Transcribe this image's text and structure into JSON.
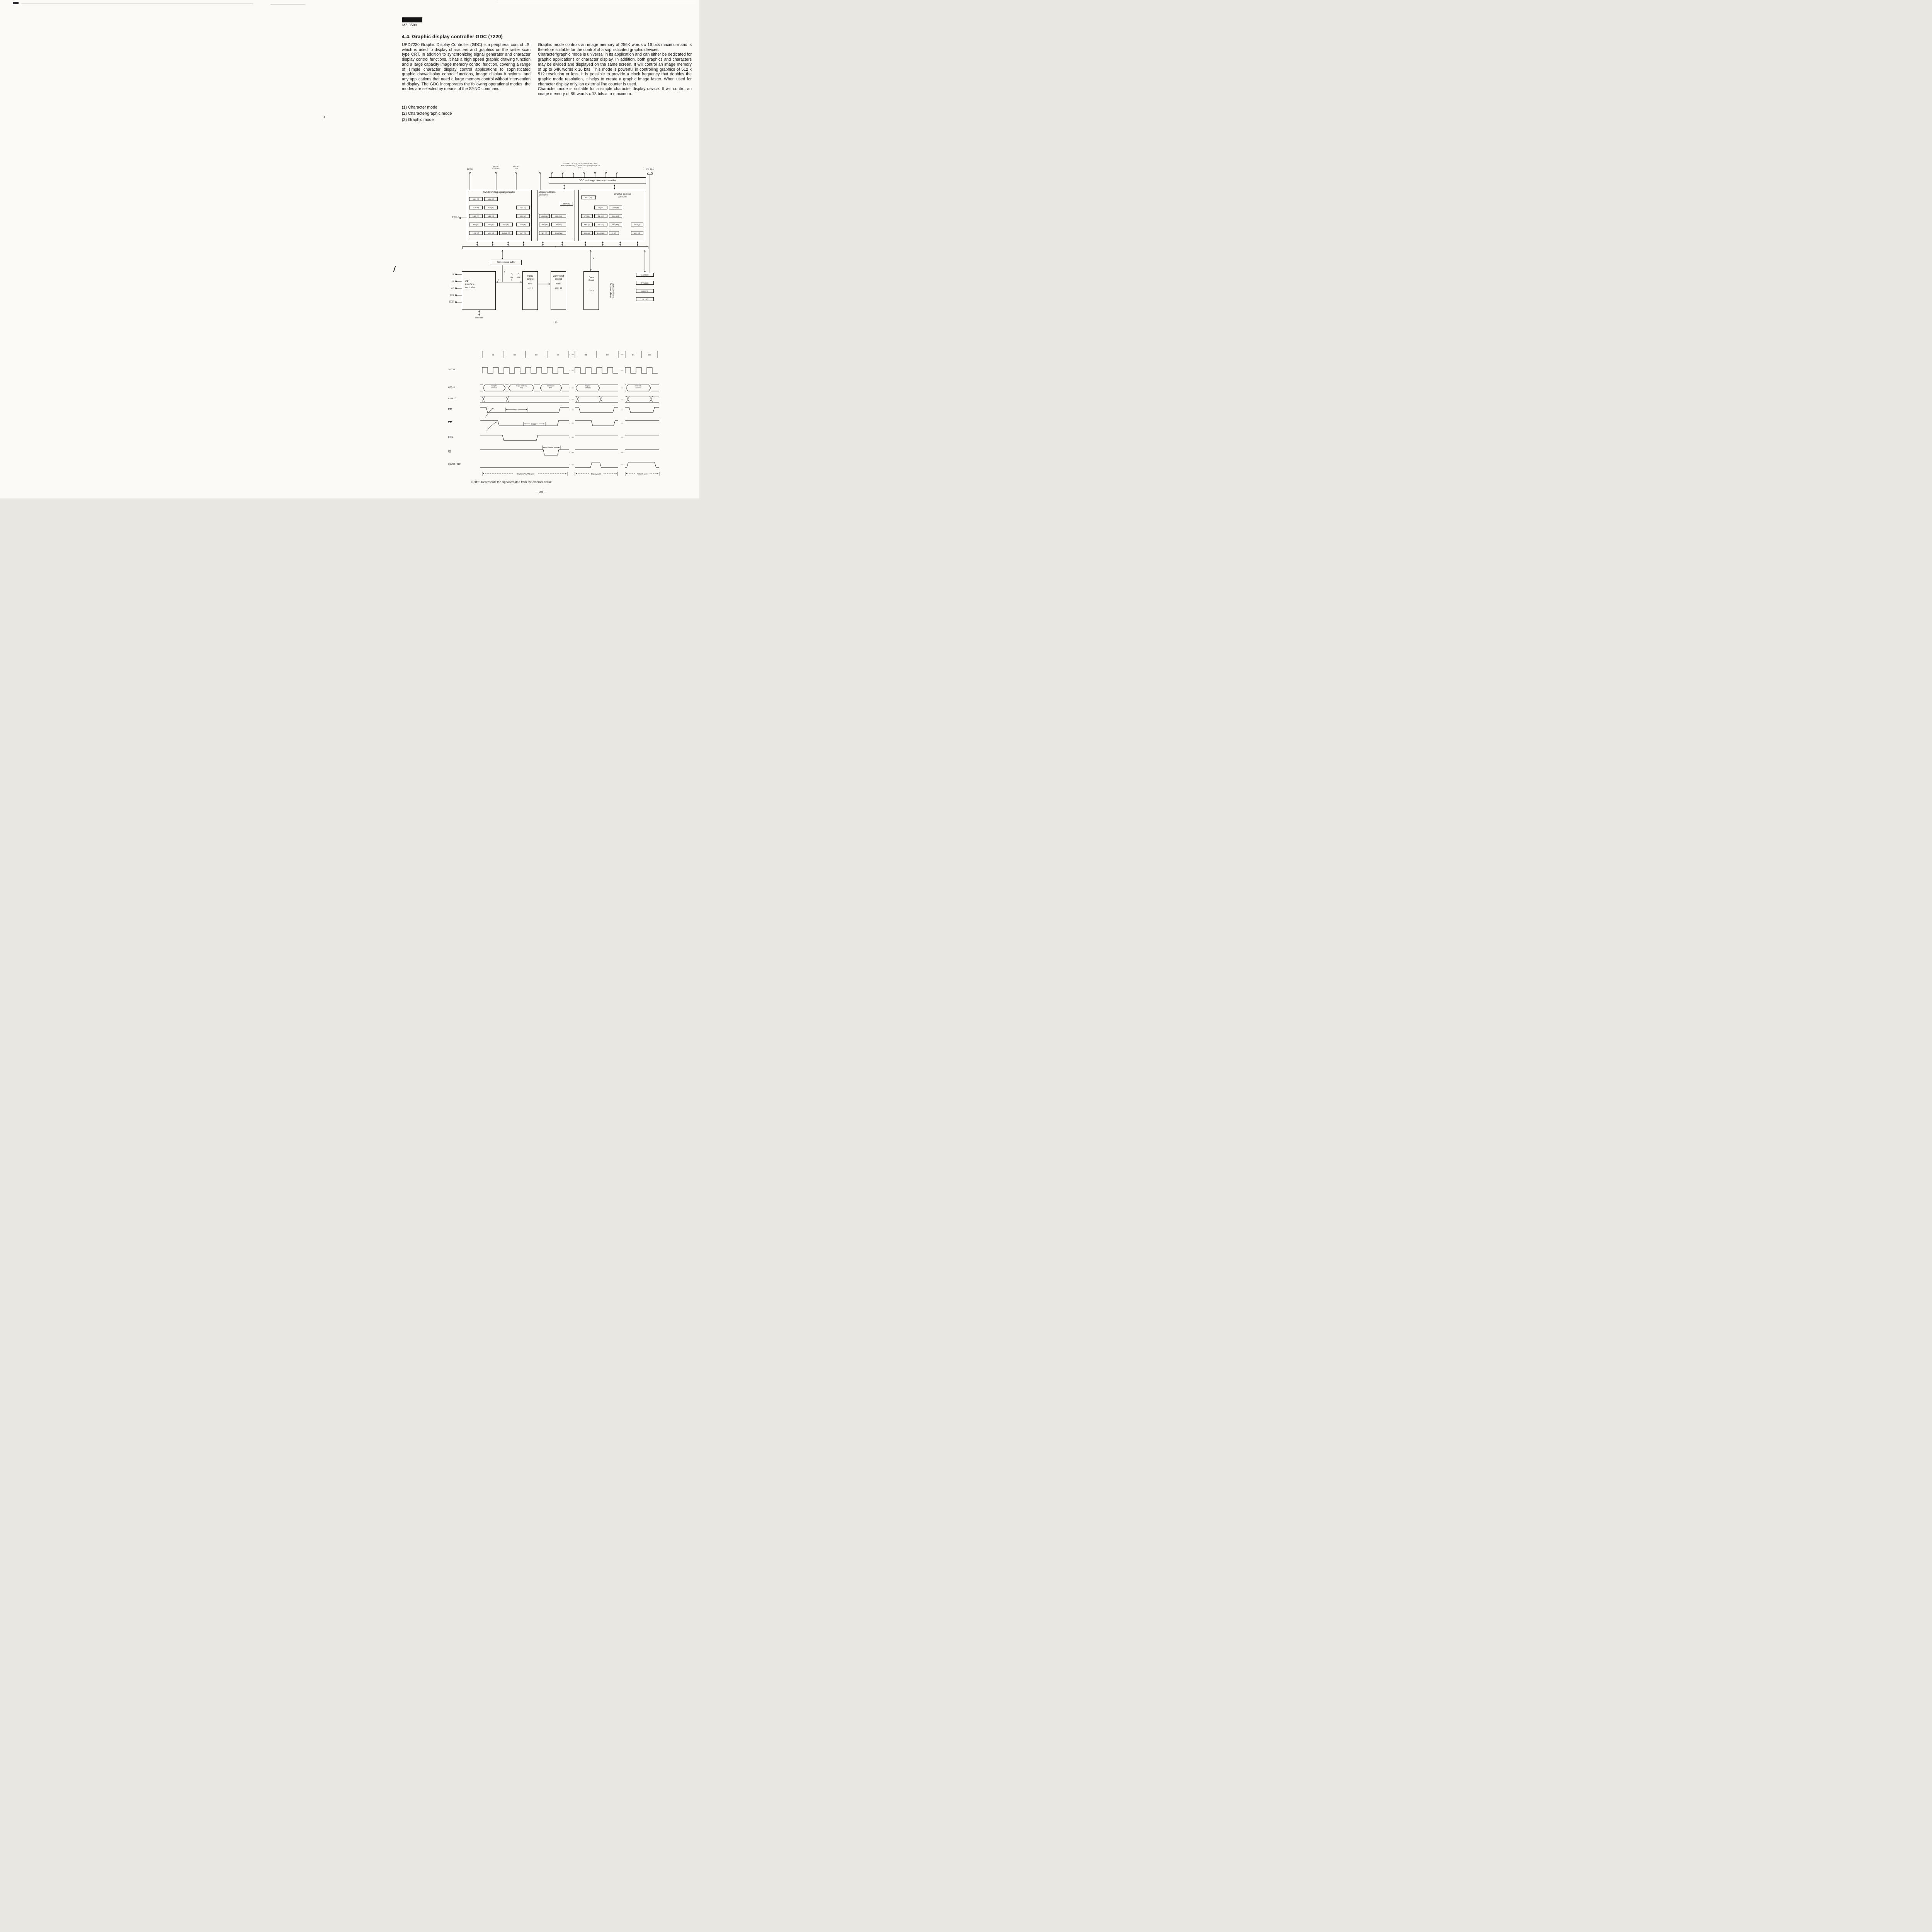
{
  "header": {
    "model": "MZ 3500"
  },
  "article": {
    "title": "4-4.  Graphic display controller GDC (7220)",
    "intro": "UPD7220 Graphic Display Controller (GDC) is a peripheral control LSI which is used to display characters and graphics on the raster scan type CRT. In addition to synchronizing signal generator and character display control functions, it has a high speed graphic drawing function and a large capacity image memory control function, covering a range of simple character display control applications to sophisticated graphic draw/display control functions, image display functions, and any applications that need a large memory control without intervention of display. The GDC incorporates the following operational modes, the modes are selected by means of the SYNC command.",
    "modes": [
      "(1)  Character mode",
      "(2)  Character/graphic mode",
      "(3)  Graphic mode"
    ],
    "right_paragraphs": [
      "Graphic mode controls an image memory of 256K words x 16 bits maximum and is therefore suitable for the control of a sophisticated graphic devices.",
      "Character/graphic mode is universal in its application and can either be dedicated for graphic applications or character display. In addition, both graphics and characters may be divided and displayed on the same screen. It will control an image memory of up to 64K words x 16 bits. This mode is powerful in controlling graphics of 512 x 512 resolution or less. It is possible to provide a clock frequency that doubles the graphic mode resolution, it helps to create a graphic image faster. When used for character display only, an external line counter is used.",
      "Character mode is suitable for a simple character display device. It will control an image memory of 8K words x 13 bits at a maximum."
    ]
  },
  "diagram": {
    "pins": {
      "blank": "BLANK",
      "vsync": "VSYNC/\nEX SYNC",
      "hsync": "HSYNC-\nREF",
      "cluster": "A17(CSR-LC4) A16(LC3)   AD15 AD14 AD13  AD0-\nLPEN (CSR-IMAGE) (AT, BLINK)·(LC2)(LC1)(LC0) AD12\nCLC",
      "ras": "RAS",
      "dbin": "DBIN",
      "clk": "2×CCLK",
      "cpu": [
        "A0",
        "RD",
        "WR",
        "DRQ",
        "DACK"
      ],
      "db": "DB0–DB7",
      "p5": "+5V",
      "gnd": "GND"
    },
    "gdc_imc": "GDC — image memory controller",
    "sync_gen": {
      "title": "Synchronizing signal generator",
      "regs": [
        "CC1 (8)",
        "LC1 (9)",
        "C-R (5)",
        "L/F (9)",
        "LC2 (4)",
        "HBP (5)",
        "VBP (4)",
        "L/R (5)",
        "HS (5)",
        "VS (5)",
        "FC (4)",
        "CF (4)",
        "HFP (6)",
        "VFP (6)",
        "BLINK (5)",
        "CST (5)"
      ]
    },
    "display_addr": {
      "title": "Display address\ncontroller",
      "regs": [
        "REF (5)",
        "ZR2 (4)",
        "AU1 (16)",
        "ZR1 (4)",
        "SL (20)",
        "ZR (4)",
        "DAD (16)"
      ]
    },
    "graphic_addr": {
      "title": "Graphic address\ncontroller",
      "regs": [
        "AU2 (16)",
        "D (14)",
        "AU3 (4)",
        "Z' (24)",
        "D2 (14)",
        "DM (14)",
        "ZW1 (4)",
        "D1 (14)",
        "DC (14)",
        "AU4 (3)",
        "ZW (4)",
        "EAD (18)",
        "P (8)",
        "DIR (3)"
      ]
    },
    "bidir": "Bidirectional buffer",
    "cpu_if": "CPU\ninterface\ncontroller",
    "io_title": "Input/\noutput",
    "io_sub": "FIFO\n\n16 × 9",
    "cmd_title": "Command\ncontrol",
    "cmd_sub": "ROM\n\n128 × 14",
    "dram_title": "Data\nRAM",
    "dram_sub": "16 × 8",
    "imdc": "Image memory\ndata controller",
    "imdc_regs": [
      "dAD (18)",
      "PTN (16)",
      "MOD (2)",
      "PS (16)"
    ],
    "bus_widths": {
      "b8": "8",
      "b9": "9"
    },
    "bit_label": "bit"
  },
  "timing": {
    "cells": [
      "E1",
      "E2",
      "E3",
      "E4",
      "D1",
      "D2",
      "D1",
      "D2"
    ],
    "signals": [
      "2×CCLK",
      "AD0-15",
      "A16,A17",
      "RAS",
      "CAS",
      "DBIN",
      "WE",
      "HSYNC - REF"
    ],
    "bus_labels": [
      "Graphic\naddress",
      "Image memory\ndata",
      "Correction\ndata",
      "Display\naddress",
      "Refresh\naddress"
    ],
    "ann": [
      "READ",
      "MODIFY",
      "WRITE"
    ],
    "cycles": [
      "Graphic (R/M/W) cycle",
      "Display cycle",
      "Refresh cycle"
    ],
    "note": "NOTE:  Represents the signal created from the external circuit."
  },
  "footer": {
    "page_no": "— 38 —"
  }
}
